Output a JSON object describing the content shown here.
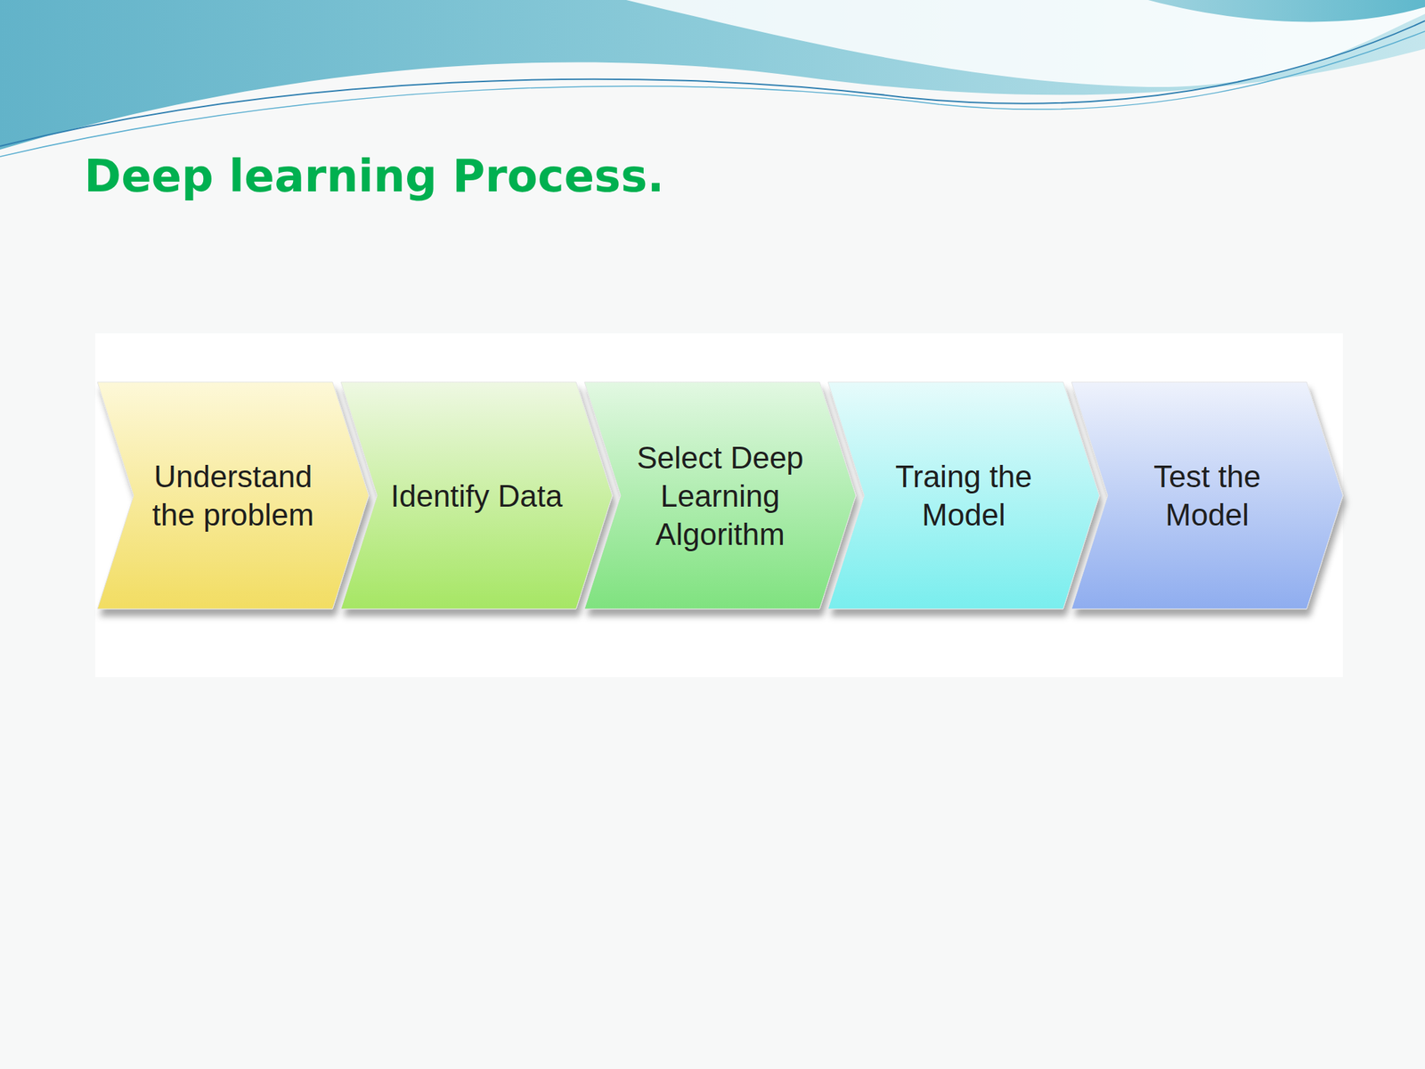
{
  "diagram": {
    "title": "Deep learning Process.",
    "nodes": [
      {
        "text": [
          "Understand the problem"
        ]
      },
      {
        "text": [
          "Identify Data"
        ]
      },
      {
        "text": [
          "Select Deep Learning Algorithm"
        ]
      },
      {
        "text": [
          "Traing the Model"
        ]
      },
      {
        "text": [
          "Test the Model"
        ]
      }
    ]
  }
}
